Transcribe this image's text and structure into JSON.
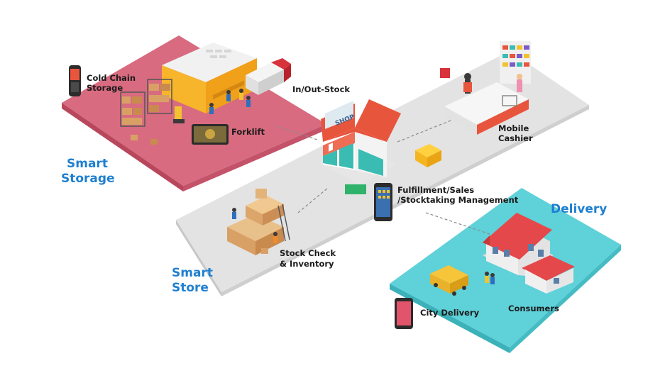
{
  "regions": {
    "smart_storage": [
      "Smart",
      "Storage"
    ],
    "smart_store": [
      "Smart",
      "Store"
    ],
    "delivery": "Delivery"
  },
  "labels": {
    "cold_chain": [
      "Cold Chain",
      "Storage"
    ],
    "in_out_stock": "In/Out-Stock",
    "forklift": "Forklift",
    "mobile_cashier": [
      "Mobile",
      "Cashier"
    ],
    "fulfillment": [
      "Fulfillment/Sales",
      "/Stocktaking Management"
    ],
    "stock_check": [
      "Stock Check",
      "& Inventory"
    ],
    "city_delivery": "City Delivery",
    "consumers": "Consumers"
  },
  "sign": {
    "shop": "SHOP"
  },
  "colors": {
    "storage_platform": "#d86b80",
    "store_platform": "#e5e5e5",
    "delivery_platform": "#5fd1d8",
    "region_text": "#1f7fd0",
    "shop_awning": "#e8553d",
    "shop_teal": "#3bbcb2"
  },
  "icons": [
    "handheld-terminal-icon",
    "tablet-icon",
    "smartphone-icon",
    "warehouse-icon",
    "truck-icon",
    "shop-icon",
    "house-icon",
    "van-icon",
    "cashier-counter-icon",
    "boxes-icon",
    "shopping-basket-icon"
  ]
}
